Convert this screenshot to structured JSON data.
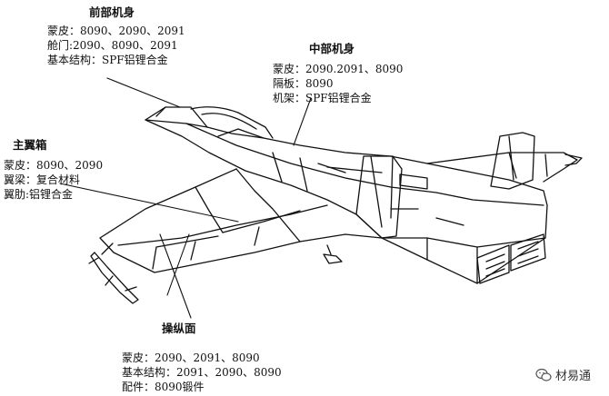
{
  "front_fuselage": {
    "title": "前部机身",
    "lines": [
      "蒙皮：8090、2090、2091",
      "舱门:2090、8090、2091",
      "基本结构：SPF铝锂合金"
    ]
  },
  "mid_fuselage": {
    "title": "中部机身",
    "lines": [
      "蒙皮：2090.2091、8090",
      "隔板：8090",
      "机架：SPF铝锂合金"
    ]
  },
  "main_wing_box": {
    "title": "主翼箱",
    "lines": [
      "蒙皮：8090、2090",
      "翼梁：复合材料",
      "翼肋:铝锂合金"
    ]
  },
  "control_surface": {
    "title": "操纵面",
    "lines": [
      "蒙皮：2090、2091、8090",
      "基本结构：2091、2090、8090",
      "配件：8090锻件"
    ]
  },
  "watermark": {
    "text": "材易通",
    "icon": "wechat-icon"
  },
  "colors": {
    "line": "#111111",
    "background": "#ffffff"
  }
}
